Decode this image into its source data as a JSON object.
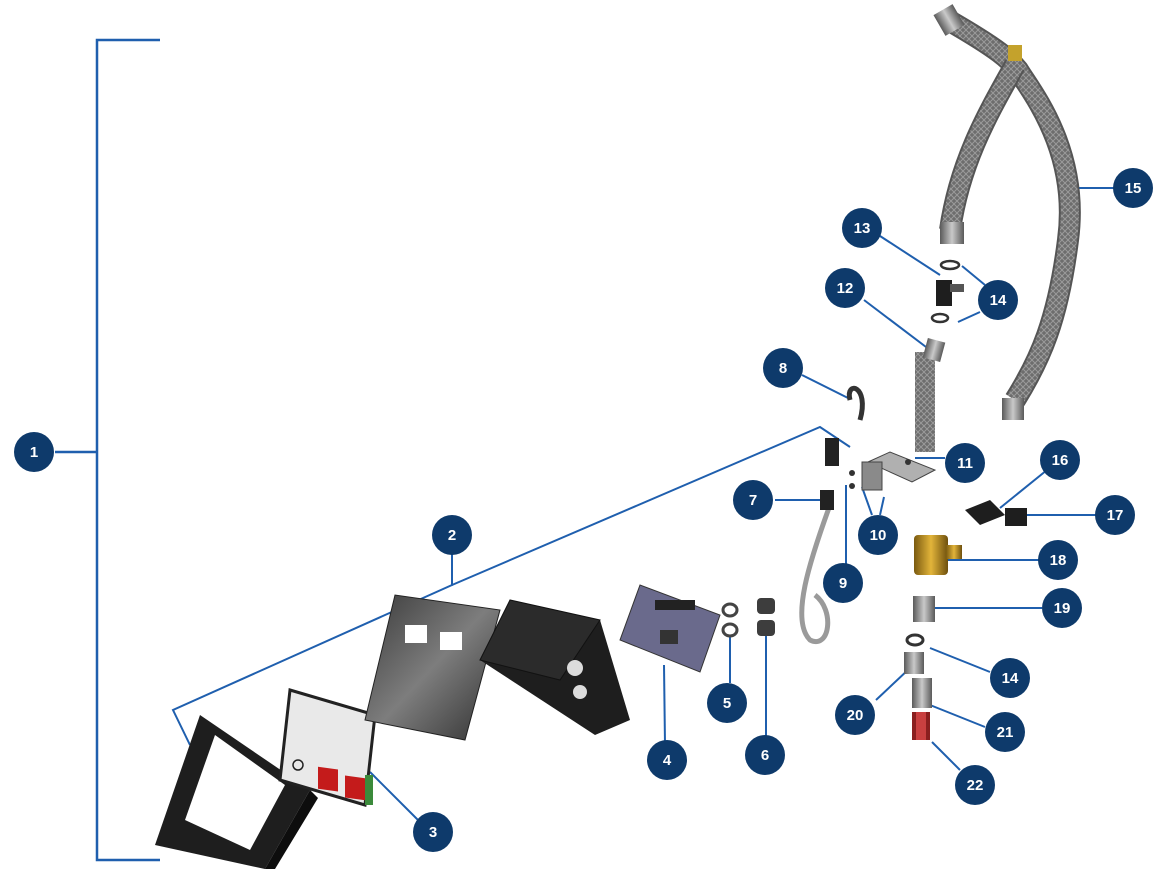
{
  "diagram": {
    "accent_color": "#0e3a6b",
    "leader_color": "#1f5fae",
    "parts_labels": [
      "1",
      "2",
      "3",
      "4",
      "5",
      "6",
      "7",
      "8",
      "9",
      "10",
      "11",
      "12",
      "13",
      "14",
      "14",
      "15",
      "16",
      "17",
      "18",
      "19",
      "14",
      "20",
      "21",
      "22"
    ]
  }
}
